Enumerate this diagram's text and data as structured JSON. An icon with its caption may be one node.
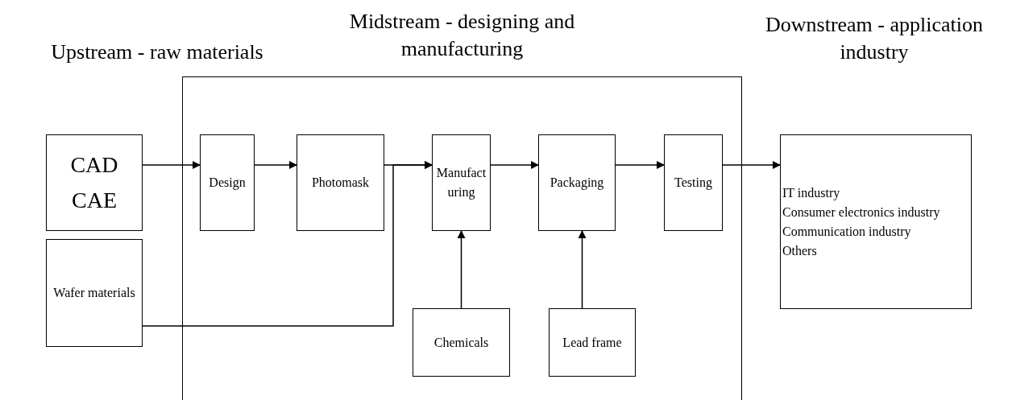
{
  "diagram": {
    "nodes": [
      {
        "text": [
          "CAD",
          "CAE"
        ]
      },
      {
        "text": [
          "Wafer materials"
        ]
      },
      {
        "text": [
          "Midstream - designing and manufacturing"
        ]
      },
      {
        "text": [
          "Design"
        ],
        "in": 2
      },
      {
        "text": [
          "Photomask"
        ],
        "in": 2
      },
      {
        "text": [
          "Manufacturing"
        ],
        "in": 2
      },
      {
        "text": [
          "Packaging"
        ],
        "in": 2
      },
      {
        "text": [
          "Testing"
        ],
        "in": 2
      },
      {
        "text": [
          "Chemicals"
        ],
        "in": 2
      },
      {
        "text": [
          "Lead frame"
        ],
        "in": 2
      },
      {
        "text": [
          "IT industry",
          "Consumer electronics industry",
          "Communication industry",
          "Others"
        ]
      }
    ],
    "edges": [
      {
        "from": 0,
        "to": 3,
        "arrow": "to"
      },
      {
        "from": 3,
        "to": 4,
        "arrow": "to"
      },
      {
        "from": 4,
        "to": 5,
        "arrow": "to"
      },
      {
        "from": 1,
        "to": 5,
        "arrow": "to"
      },
      {
        "from": 5,
        "to": 6,
        "arrow": "to"
      },
      {
        "from": 6,
        "to": 7,
        "arrow": "to"
      },
      {
        "from": 7,
        "to": 10,
        "arrow": "to"
      },
      {
        "from": 8,
        "to": 5,
        "arrow": "to"
      },
      {
        "from": 9,
        "to": 6,
        "arrow": "to"
      }
    ],
    "labels": [
      "Upstream - raw materials",
      "Downstream - application industry"
    ]
  }
}
